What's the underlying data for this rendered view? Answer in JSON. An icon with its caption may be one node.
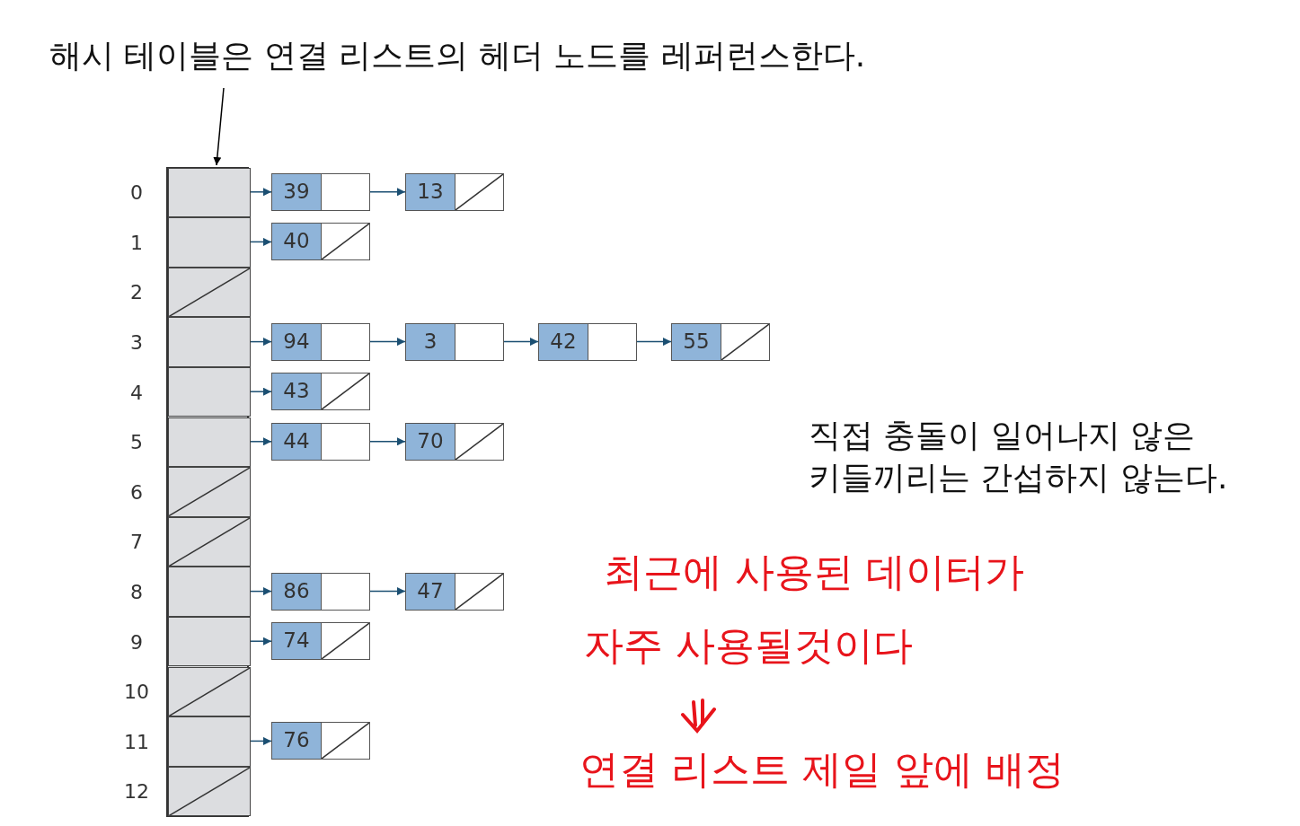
{
  "diagram": {
    "nodes": [
      {
        "text": [
          "해시 테이블은 연결 리스트의 헤더 노드를 레퍼런스한다."
        ]
      },
      {
        "text": [],
        "shape": "box"
      },
      {
        "text": [],
        "shape": "box",
        "in": 1,
        "beside": [
          "0"
        ]
      },
      {
        "text": [],
        "shape": "box",
        "in": 1,
        "beside": [
          "1"
        ]
      },
      {
        "text": [],
        "shape": "box",
        "in": 1,
        "beside": [
          "2"
        ]
      },
      {
        "text": [],
        "shape": "box",
        "in": 1,
        "beside": [
          "3"
        ]
      },
      {
        "text": [],
        "shape": "box",
        "in": 1,
        "beside": [
          "4"
        ]
      },
      {
        "text": [],
        "shape": "box",
        "in": 1,
        "beside": [
          "5"
        ]
      },
      {
        "text": [],
        "shape": "box",
        "in": 1,
        "beside": [
          "6"
        ]
      },
      {
        "text": [],
        "shape": "box",
        "in": 1,
        "beside": [
          "7"
        ]
      },
      {
        "text": [],
        "shape": "box",
        "in": 1,
        "beside": [
          "8"
        ]
      },
      {
        "text": [],
        "shape": "box",
        "in": 1,
        "beside": [
          "9"
        ]
      },
      {
        "text": [],
        "shape": "box",
        "in": 1,
        "beside": [
          "10"
        ]
      },
      {
        "text": [],
        "shape": "box",
        "in": 1,
        "beside": [
          "11"
        ]
      },
      {
        "text": [],
        "shape": "box",
        "in": 1,
        "beside": [
          "12"
        ]
      },
      {
        "text": [
          "39"
        ]
      },
      {
        "text": [
          "13"
        ]
      },
      {
        "text": [
          "40"
        ]
      },
      {
        "text": [
          "94"
        ]
      },
      {
        "text": [
          "3"
        ]
      },
      {
        "text": [
          "42"
        ]
      },
      {
        "text": [
          "55"
        ]
      },
      {
        "text": [
          "43"
        ]
      },
      {
        "text": [
          "44"
        ]
      },
      {
        "text": [
          "70"
        ]
      },
      {
        "text": [
          "86"
        ]
      },
      {
        "text": [
          "47"
        ]
      },
      {
        "text": [
          "74"
        ]
      },
      {
        "text": [
          "76"
        ]
      }
    ],
    "edges": [
      {
        "from": 0,
        "to": 1,
        "arrow": "to",
        "color": "#000000"
      },
      {
        "from": 2,
        "to": 15,
        "arrow": "to"
      },
      {
        "from": 15,
        "to": 16,
        "arrow": "to"
      },
      {
        "from": 3,
        "to": 17,
        "arrow": "to"
      },
      {
        "from": 5,
        "to": 18,
        "arrow": "to"
      },
      {
        "from": 18,
        "to": 19,
        "arrow": "to"
      },
      {
        "from": 19,
        "to": 20,
        "arrow": "to"
      },
      {
        "from": 20,
        "to": 21,
        "arrow": "to"
      },
      {
        "from": 6,
        "to": 22,
        "arrow": "to"
      },
      {
        "from": 7,
        "to": 23,
        "arrow": "to"
      },
      {
        "from": 23,
        "to": 24,
        "arrow": "to"
      },
      {
        "from": 10,
        "to": 25,
        "arrow": "to"
      },
      {
        "from": 25,
        "to": 26,
        "arrow": "to"
      },
      {
        "from": 11,
        "to": 27,
        "arrow": "to"
      },
      {
        "from": 13,
        "to": 28,
        "arrow": "to"
      }
    ],
    "labels": [
      "직접 충돌이 일어나지 않은 키들끼리는 간섭하지 않는다.",
      "최근에 사용된 데이터가",
      "자주 사용될것이다",
      "연결 리스트 제일 앞에 배정"
    ]
  }
}
